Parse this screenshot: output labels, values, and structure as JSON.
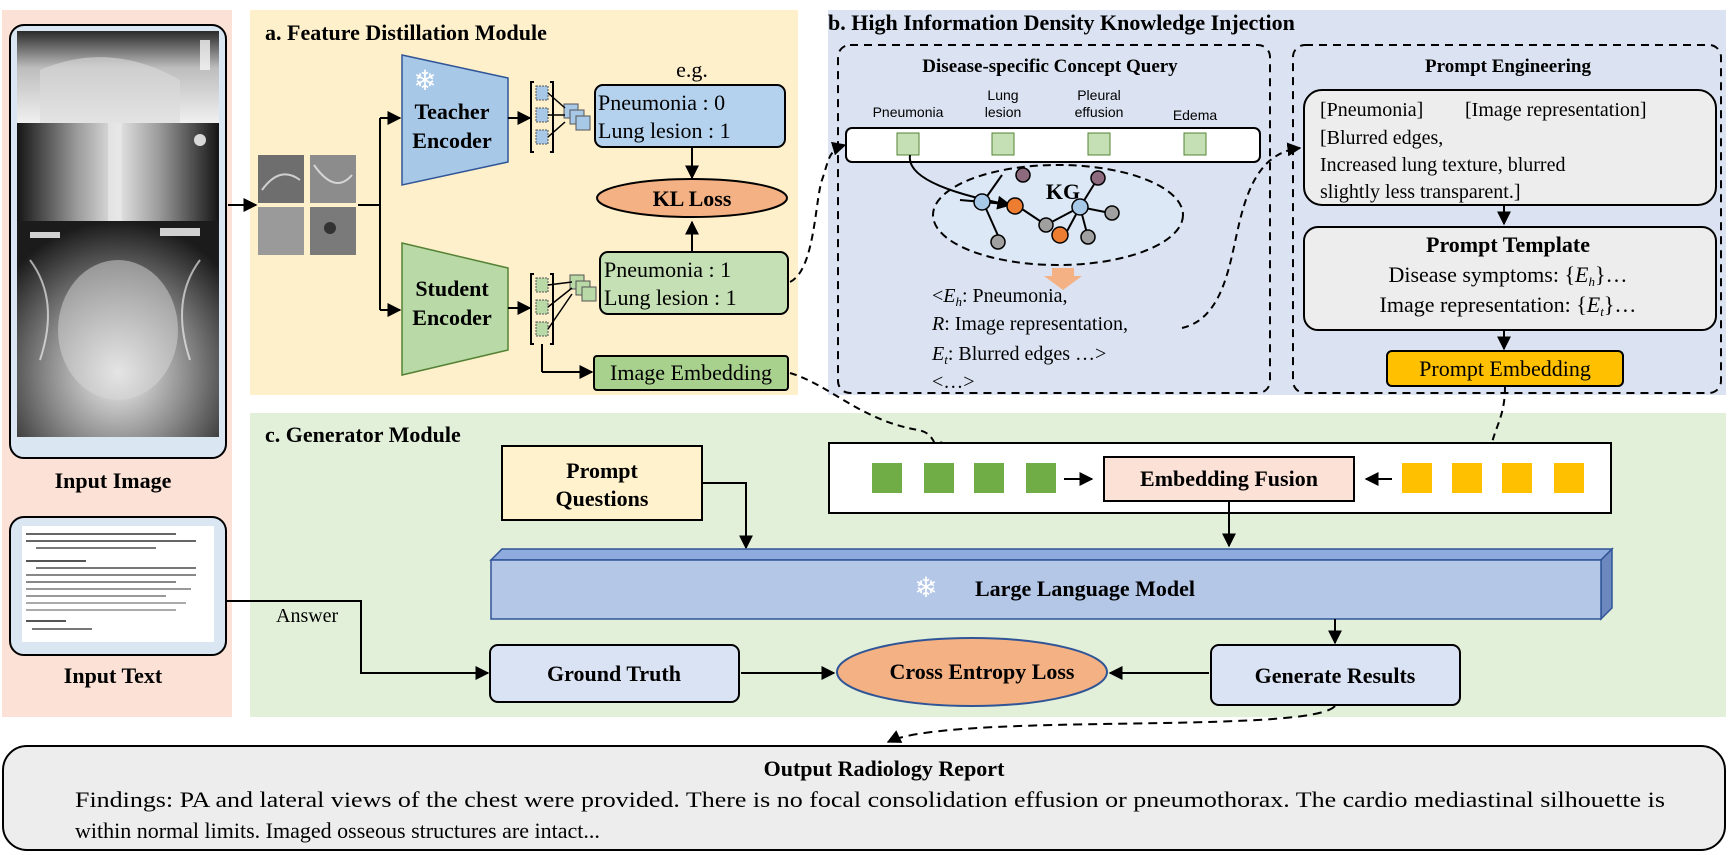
{
  "colors": {
    "input_panel_bg": "#fbe1d6",
    "feature_panel_bg": "#fff0cc",
    "knowledge_panel_bg": "#dbe3f2",
    "generator_panel_bg": "#e2efd9",
    "teacher_fill": "#a8c8e8",
    "student_fill": "#b9d9a6",
    "kl_loss_fill": "#f4b183",
    "llm_fill": "#b4c7e7",
    "embedding_green": "#70ad47",
    "embedding_yellow": "#ffc000",
    "report_bg": "#ededed"
  },
  "input": {
    "image_label": "Input Image",
    "text_label": "Input Text",
    "answer_label": "Answer"
  },
  "feature_module": {
    "title": "a. Feature Distillation Module",
    "example_label": "e.g.",
    "teacher_label_line1": "Teacher",
    "teacher_label_line2": "Encoder",
    "student_label_line1": "Student",
    "student_label_line2": "Encoder",
    "teacher_pred_line1": "Pneumonia : 0",
    "teacher_pred_line2": "Lung lesion : 1",
    "student_pred_line1": "Pneumonia : 1",
    "student_pred_line2": "Lung lesion : 1",
    "kl_loss": "KL Loss",
    "image_embedding": "Image Embedding",
    "teacher_icon": "snowflake-icon"
  },
  "knowledge_module": {
    "title": "b. High Information Density Knowledge Injection",
    "concept_query_title": "Disease-specific Concept Query",
    "concepts": [
      {
        "line1": "Pneumonia",
        "line2": ""
      },
      {
        "line1": "Lung",
        "line2": "lesion"
      },
      {
        "line1": "Pleural",
        "line2": "effusion"
      },
      {
        "line1": "Edema",
        "line2": ""
      }
    ],
    "kg_label": "KG",
    "triple": {
      "head_symbol": "E",
      "head_sub": "h",
      "head_value": ": Pneumonia,",
      "open": "<",
      "relation_symbol": "R",
      "relation_value": ": Image representation,",
      "tail_symbol": "E",
      "tail_sub": "t",
      "tail_value": ": Blurred edges …>",
      "more": "<…>"
    },
    "prompt_engineering_title": "Prompt Engineering",
    "prompt_text": {
      "line1a": "[Pneumonia]",
      "line1b": "[Image representation]",
      "line2": "[Blurred edges,",
      "line3": "Increased lung texture, blurred",
      "line4": "slightly less transparent.]"
    },
    "prompt_template": {
      "title": "Prompt Template",
      "line1_prefix": "Disease symptoms: {",
      "line1_symbol": "E",
      "line1_sub": "h",
      "line1_suffix": "}…",
      "line2_prefix": "Image representation: {",
      "line2_symbol": "E",
      "line2_sub": "t",
      "line2_suffix": "}…"
    },
    "prompt_embedding": "Prompt Embedding"
  },
  "generator_module": {
    "title": "c. Generator Module",
    "prompt_questions_line1": "Prompt",
    "prompt_questions_line2": "Questions",
    "embedding_fusion": "Embedding Fusion",
    "llm": "Large Language Model",
    "llm_icon": "snowflake-icon",
    "ground_truth": "Ground Truth",
    "cross_entropy_loss": "Cross Entropy Loss",
    "generate_results": "Generate Results"
  },
  "report": {
    "title": "Output Radiology Report",
    "line1": "Findings: PA and lateral views of the chest were provided. There is no focal consolidation effusion or pneumothorax. The cardio mediastinal silhouette is",
    "line2": "within normal limits. Imaged osseous structures are intact..."
  }
}
